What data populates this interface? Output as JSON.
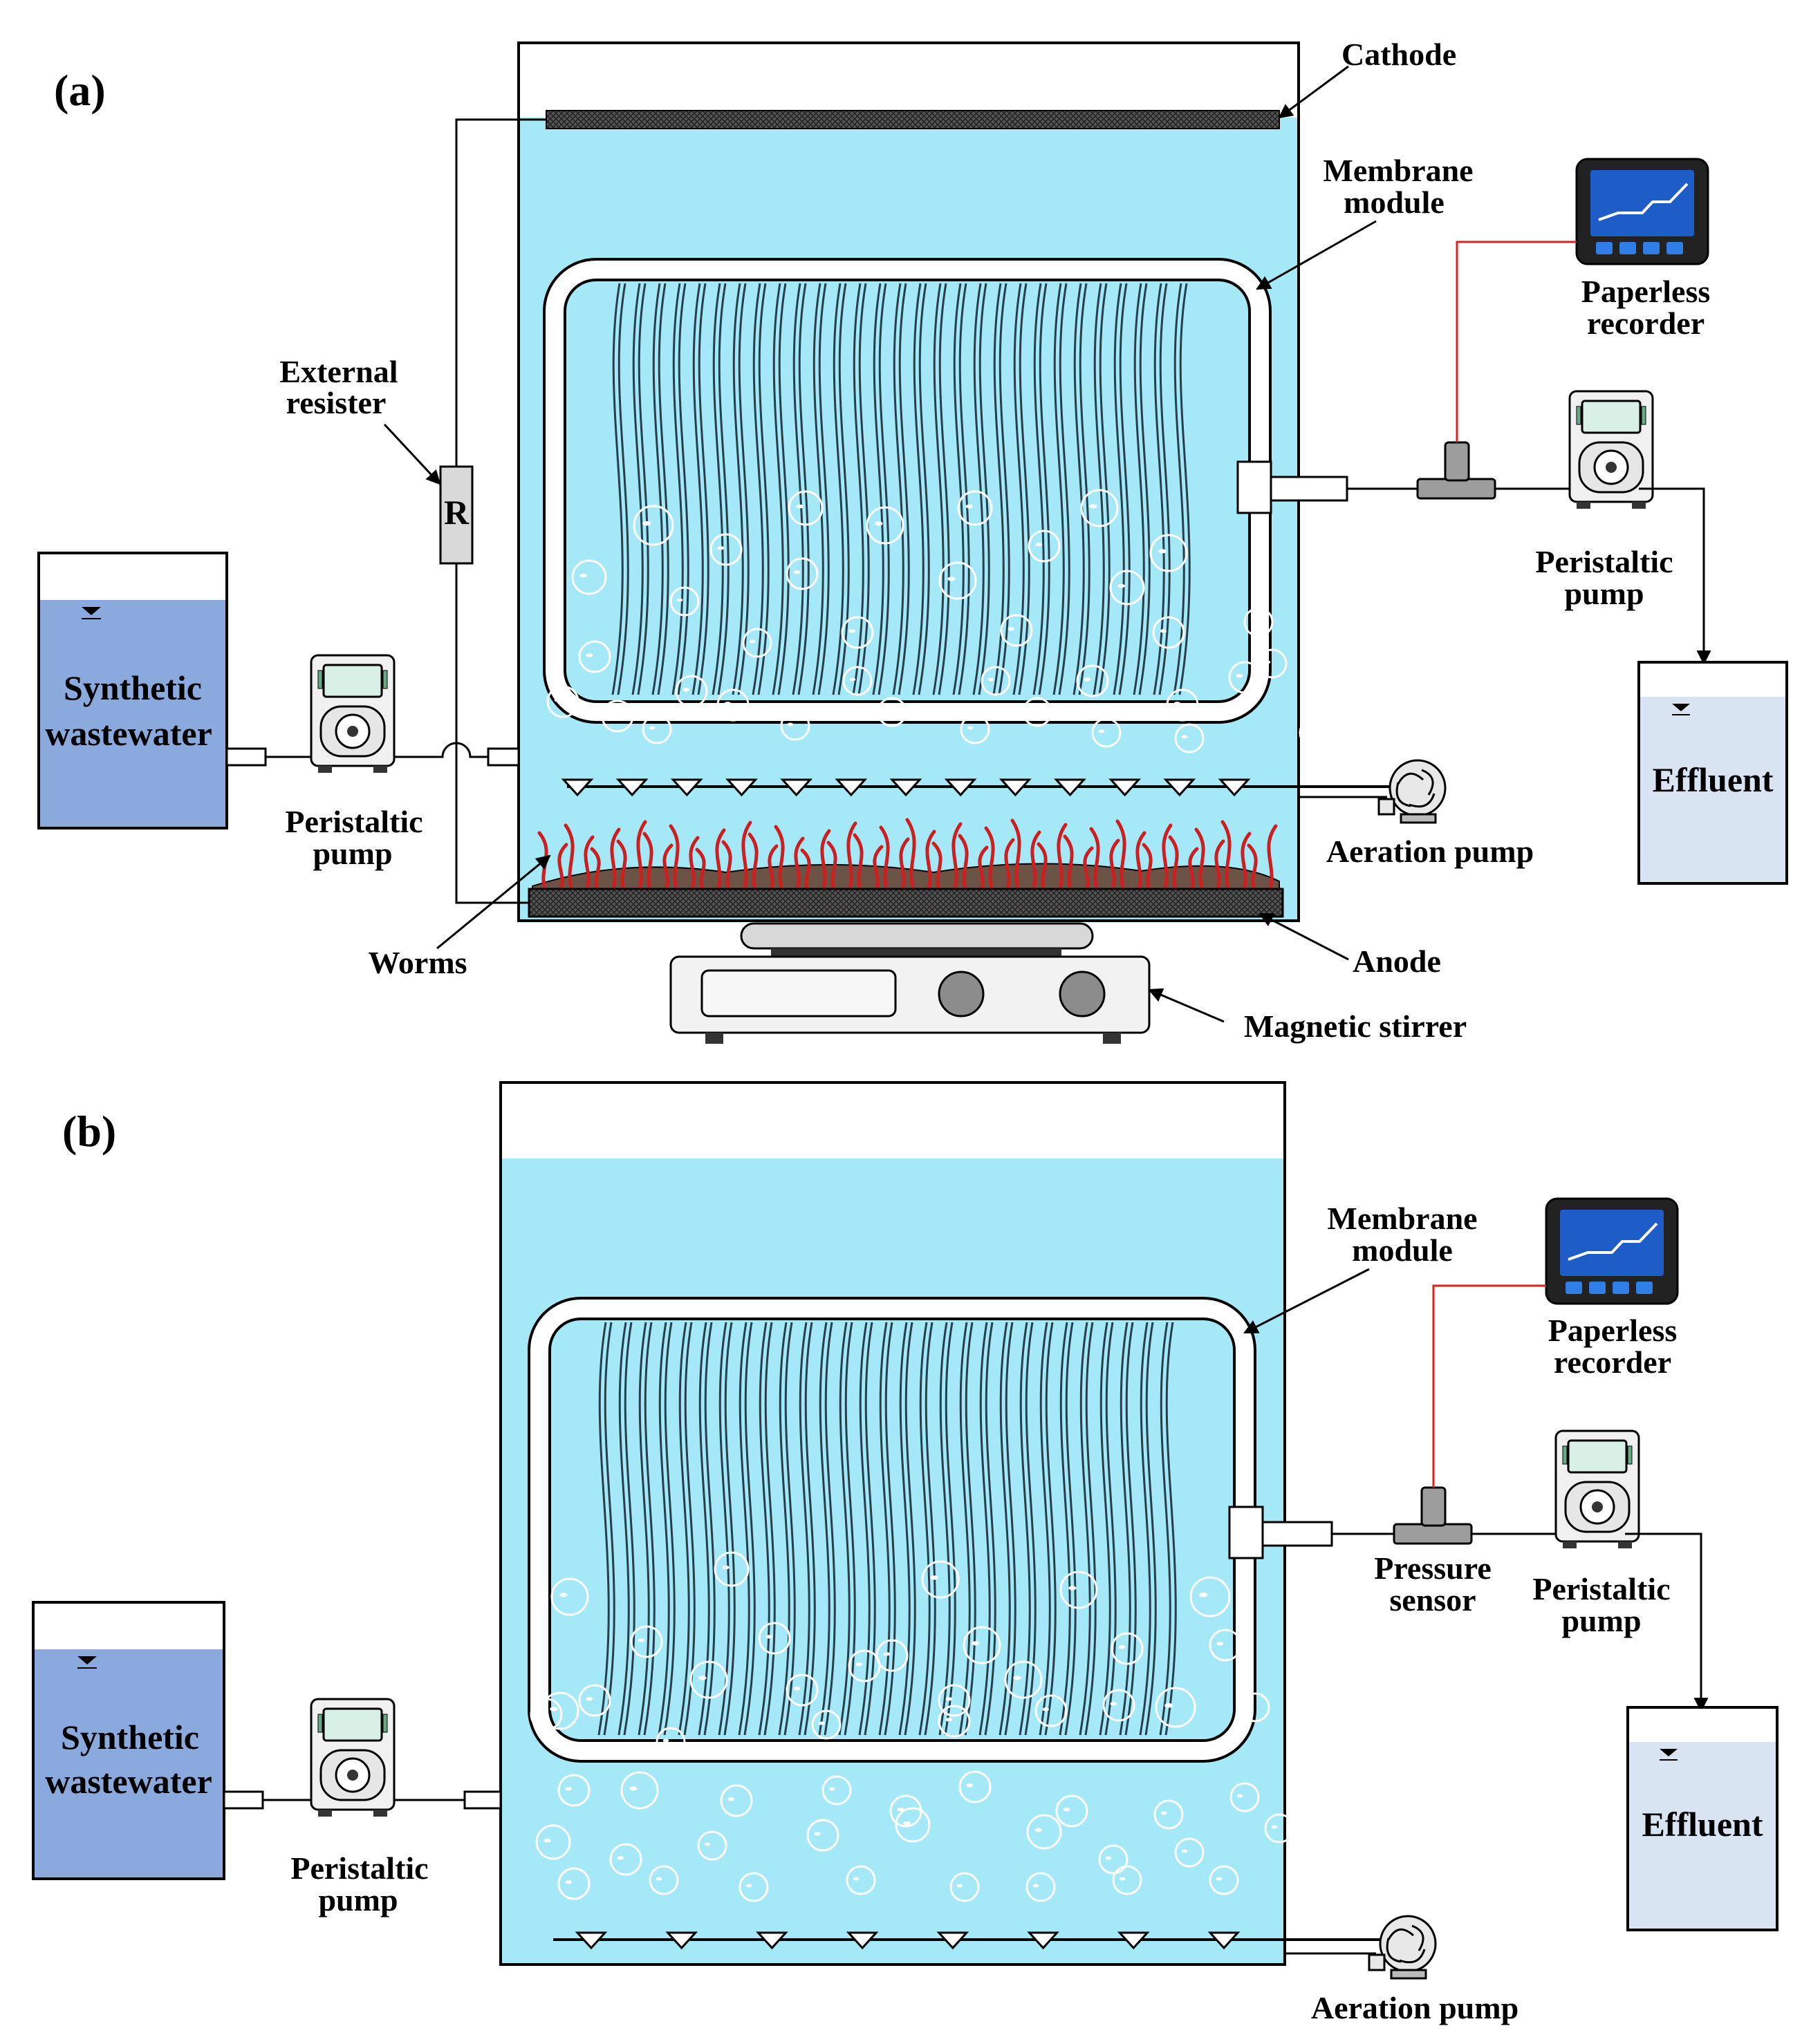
{
  "panels": [
    {
      "id": "a",
      "label": "(a)",
      "labels": {
        "cathode": "Cathode",
        "membrane_1": "Membrane",
        "membrane_2": "module",
        "recorder_1": "Paperless",
        "recorder_2": "recorder",
        "resister_1": "External",
        "resister_2": "resister",
        "resistor_symbol": "R",
        "feed_1": "Synthetic",
        "feed_2": "wastewater",
        "pump_in_1": "Peristaltic",
        "pump_in_2": "pump",
        "pump_out_1": "Peristaltic",
        "pump_out_2": "pump",
        "effluent": "Effluent",
        "aeration": "Aeration pump",
        "worms": "Worms",
        "anode": "Anode",
        "stirrer": "Magnetic stirrer"
      }
    },
    {
      "id": "b",
      "label": "(b)",
      "labels": {
        "membrane_1": "Membrane",
        "membrane_2": "module",
        "recorder_1": "Paperless",
        "recorder_2": "recorder",
        "sensor_1": "Pressure",
        "sensor_2": "sensor",
        "feed_1": "Synthetic",
        "feed_2": "wastewater",
        "pump_in_1": "Peristaltic",
        "pump_in_2": "pump",
        "pump_out_1": "Peristaltic",
        "pump_out_2": "pump",
        "effluent": "Effluent",
        "aeration": "Aeration pump"
      }
    }
  ],
  "colors": {
    "reactor_water": "#a5e9f9",
    "feed_water": "#8aa9dc",
    "effluent_water": "#d9e4f3",
    "worm": "#cc1f1f",
    "signal_wire": "#e02020",
    "recorder_screen": "#1e5cc8",
    "membrane_pipe": "#ffffff"
  },
  "icons": [
    "peristaltic-pump-icon",
    "paperless-recorder-icon",
    "aeration-pump-icon",
    "pressure-sensor-icon",
    "resistor-icon",
    "magnetic-stirrer-icon"
  ]
}
